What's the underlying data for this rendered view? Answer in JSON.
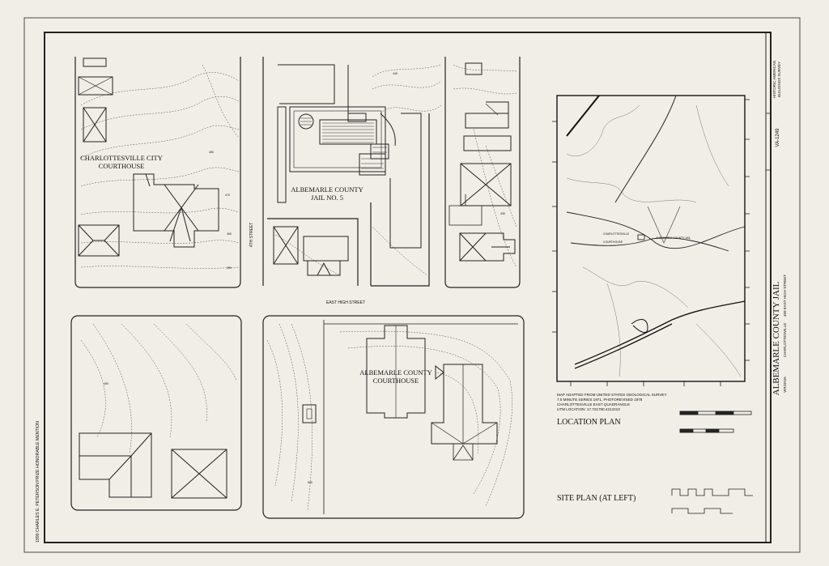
{
  "site_plan": {
    "labels": {
      "city_courthouse": [
        "CHARLOTTESVILLE CITY",
        "COURTHOUSE"
      ],
      "county_jail": [
        "ALBEMARLE COUNTY",
        "JAIL NO. 5"
      ],
      "county_courthouse": [
        "ALBEMARLE COUNTY",
        "COURTHOUSE"
      ],
      "fourth_street": "4TH STREET",
      "east_high_street": "EAST HIGH STREET"
    },
    "contour_labels": [
      "480",
      "470",
      "460",
      "450",
      "440",
      "430",
      "490",
      "500"
    ]
  },
  "location_map": {
    "place_labels": [
      "CHARLOTTESVILLE",
      "ALBEMARLE COUNTY JAIL",
      "COURTHOUSE"
    ]
  },
  "notes": {
    "source": [
      "MAP ADAPTED FROM UNITED STATES GEOLOGICAL SURVEY",
      "7.5 MINUTE SERIES 1971, PHOTOREVISED 1978",
      "CHARLOTTESVILLE EAST QUADRANGLE",
      "UTM LOCATION: 17.721790.4212210"
    ]
  },
  "headings": {
    "location_plan": "LOCATION PLAN",
    "site_plan": "SITE PLAN (AT LEFT)"
  },
  "title_block": {
    "main_title": "ALBEMARLE COUNTY JAIL",
    "address": "409 EAST HIGH STREET",
    "city": "CHARLOTTESVILLE",
    "state": "VIRGINIA",
    "survey_number": "VA-1249",
    "survey_name": [
      "HISTORIC AMERICAN",
      "BUILDINGS SURVEY"
    ]
  },
  "margin_credit": "1990 CHARLES E. PETERSON PRIZE HONORABLE MENTION"
}
